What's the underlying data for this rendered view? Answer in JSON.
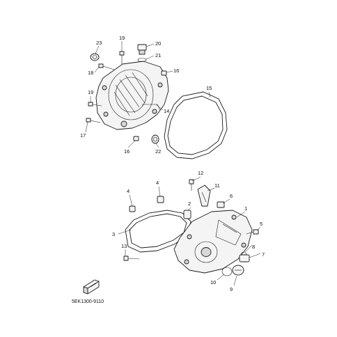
{
  "diagram": {
    "reference_code": "5EK1300-9110",
    "callouts": {
      "c1": "1",
      "c2": "2",
      "c3": "3",
      "c4a": "4",
      "c4b": "4",
      "c5": "5",
      "c6": "6",
      "c7": "7",
      "c8": "8",
      "c9": "9",
      "c10": "10",
      "c11": "11",
      "c12": "12",
      "c13": "13",
      "c14": "14",
      "c15": "15",
      "c16a": "16",
      "c16b": "16",
      "c17": "17",
      "c18": "18",
      "c19a": "19",
      "c19b": "19",
      "c20": "20",
      "c21": "21",
      "c22": "22",
      "c23": "23"
    }
  }
}
